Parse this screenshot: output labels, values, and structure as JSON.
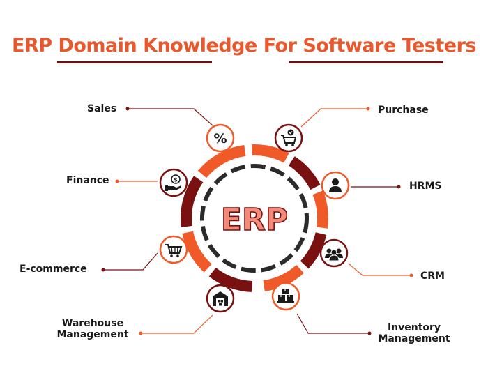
{
  "title": "ERP Domain Knowledge For Software Testers",
  "center_label": "ERP",
  "modules": {
    "sales": {
      "label": "Sales",
      "icon": "percent-icon",
      "glyph": "%"
    },
    "purchase": {
      "label": "Purchase",
      "icon": "shopping-cart-check-icon"
    },
    "finance": {
      "label": "Finance",
      "icon": "hand-coin-icon",
      "glyph": "$"
    },
    "hrms": {
      "label": "HRMS",
      "icon": "person-icon"
    },
    "ecommerce": {
      "label": "E-commerce",
      "icon": "shopping-cart-icon"
    },
    "crm": {
      "label": "CRM",
      "icon": "group-people-icon"
    },
    "warehouse": {
      "label_line1": "Warehouse",
      "label_line2": "Management",
      "icon": "warehouse-icon"
    },
    "inventory": {
      "label_line1": "Inventory",
      "label_line2": "Management",
      "icon": "boxes-icon"
    }
  },
  "colors": {
    "orange": "#ef5a28",
    "maroon": "#7a1111",
    "dark": "#2b2b2b",
    "erp_fill": "#f28c7a"
  }
}
